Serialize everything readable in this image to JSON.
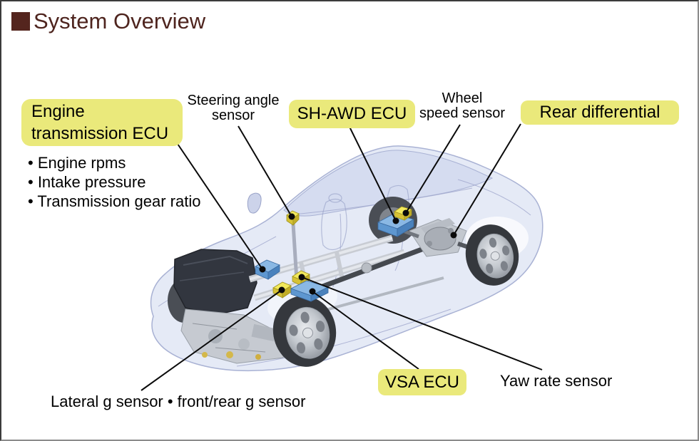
{
  "title": "System Overview",
  "colors": {
    "title_brown": "#4E241E",
    "label_highlight_yellow": "#EAE97B",
    "sensor_yellow": "#F2E95C",
    "ecu_blue": "#5E97D0",
    "leader_line_black": "#000000",
    "car_body_tint": "#DFE5F4"
  },
  "labels": {
    "engine_ecu": {
      "text": "Engine\ntransmission ECU",
      "bullets": [
        "• Engine rpms",
        "• Intake pressure",
        "• Transmission gear ratio"
      ]
    },
    "steering_angle_sensor": "Steering angle\nsensor",
    "sh_awd_ecu": "SH-AWD ECU",
    "wheel_speed_sensor": "Wheel\nspeed sensor",
    "rear_differential": "Rear differential",
    "vsa_ecu": "VSA ECU",
    "yaw_rate_sensor": "Yaw rate sensor",
    "lateral_g_sensor": "Lateral g sensor • front/rear g sensor"
  }
}
